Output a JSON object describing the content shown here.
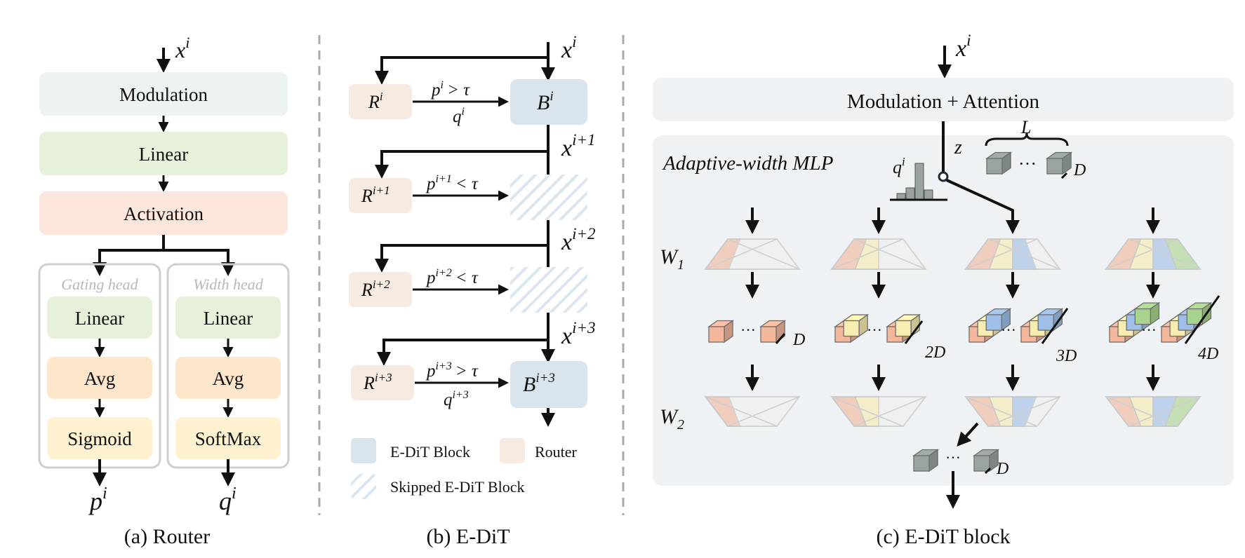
{
  "router": {
    "input": {
      "base": "x",
      "sup": "i"
    },
    "modulation": "Modulation",
    "linear": "Linear",
    "activation": "Activation",
    "gating_head": {
      "title": "Gating head",
      "linear": "Linear",
      "avg": "Avg",
      "act": "Sigmoid",
      "output": {
        "base": "p",
        "sup": "i"
      }
    },
    "width_head": {
      "title": "Width head",
      "linear": "Linear",
      "avg": "Avg",
      "act": "SoftMax",
      "output": {
        "base": "q",
        "sup": "i"
      }
    },
    "caption": "(a) Router"
  },
  "edit": {
    "inputs": [
      {
        "base": "x",
        "sup": "i"
      },
      {
        "base": "x",
        "sup": "i+1"
      },
      {
        "base": "x",
        "sup": "i+2"
      },
      {
        "base": "x",
        "sup": "i+3"
      }
    ],
    "routers": [
      {
        "base": "R",
        "sup": "i"
      },
      {
        "base": "R",
        "sup": "i+1"
      },
      {
        "base": "R",
        "sup": "i+2"
      },
      {
        "base": "R",
        "sup": "i+3"
      }
    ],
    "conditions": [
      {
        "p": "p",
        "sup": "i",
        "op": "> τ",
        "q": "q",
        "qsup": "i"
      },
      {
        "p": "p",
        "sup": "i+1",
        "op": "< τ"
      },
      {
        "p": "p",
        "sup": "i+2",
        "op": "< τ"
      },
      {
        "p": "p",
        "sup": "i+3",
        "op": "> τ",
        "q": "q",
        "qsup": "i+3"
      }
    ],
    "blocks": [
      {
        "base": "B",
        "sup": "i"
      },
      {
        "base": "B",
        "sup": "i+3"
      }
    ],
    "legend": {
      "block": "E-DiT Block",
      "router": "Router",
      "skipped": "Skipped E-DiT Block"
    },
    "caption": "(b) E-DiT"
  },
  "block": {
    "input": {
      "base": "x",
      "sup": "i"
    },
    "mod_attn": "Modulation + Attention",
    "mlp_title": "Adaptive-width MLP",
    "z": "z",
    "L": "L",
    "D": "D",
    "q": {
      "base": "q",
      "sup": "i"
    },
    "w1": {
      "base": "W",
      "sub": "1"
    },
    "w2": {
      "base": "W",
      "sub": "2"
    },
    "dots": "···",
    "widths": [
      "D",
      "2D",
      "3D",
      "4D"
    ],
    "out_D": "D",
    "caption": "(c) E-DiT block"
  },
  "colors": {
    "modulation": "#edf2f2",
    "linear": "#e7f1da",
    "activation": "#fde7dc",
    "avg": "#fde6c9",
    "act": "#fdf1cf",
    "router": "#f7ebe1",
    "edit_block": "#d9e4ec",
    "panel": "#eef2f4",
    "cube_pink": "#f4b79b",
    "cube_yellow": "#f8edb0",
    "cube_blue": "#9fbfe8",
    "cube_green": "#a9d48f",
    "cube_gray": "#9aa3a1"
  }
}
